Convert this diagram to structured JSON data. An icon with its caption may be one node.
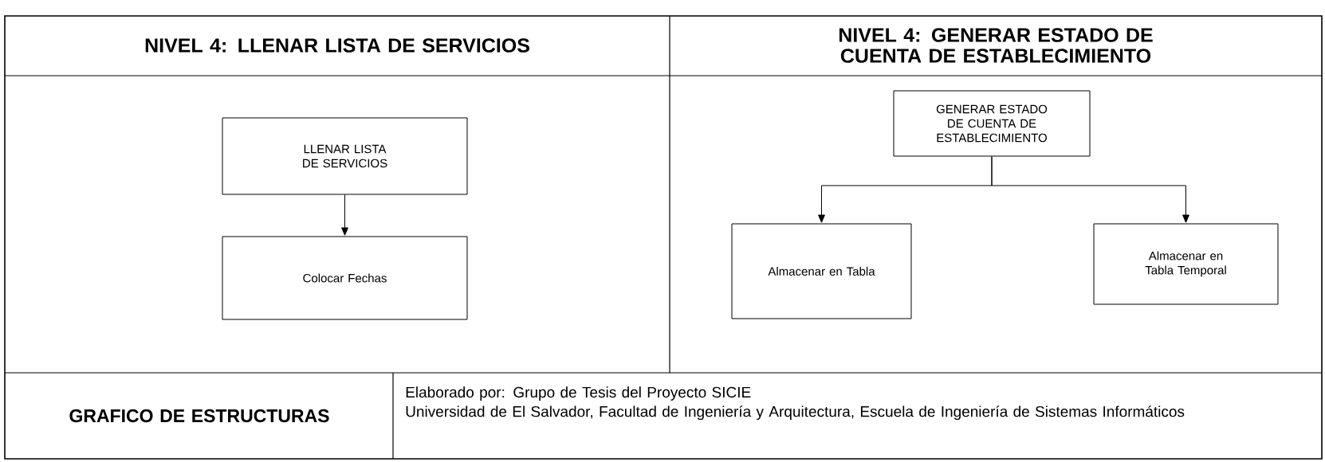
{
  "diagram": {
    "nodes": [
      {
        "text": [
          "LLENAR LISTA DE SERVICIOS"
        ]
      },
      {
        "text": [
          "Colocar Fechas"
        ]
      },
      {
        "text": [
          "GENERAR ESTADO DE CUENTA DE ESTABLECIMIENTO"
        ]
      },
      {
        "text": [
          "Almacenar en Tabla"
        ]
      },
      {
        "text": [
          "Almacenar en Tabla Temporal"
        ]
      }
    ],
    "edges": [
      {
        "from": 0,
        "to": 1,
        "arrow": "to"
      },
      {
        "from": 2,
        "to": 3,
        "arrow": "to"
      },
      {
        "from": 2,
        "to": 4,
        "arrow": "to"
      }
    ],
    "labels": [
      "NIVEL 4: LLENAR LISTA DE SERVICIOS",
      "NIVEL 4: GENERAR ESTADO DE CUENTA DE ESTABLECIMIENTO",
      "GRAFICO DE ESTRUCTURAS",
      "Elaborado por: Grupo de Tesis del Proyecto SICIE",
      "Universidad de El Salvador, Facultad de Ingeniería y Arquitectura, Escuela de Ingeniería de Sistemas Informáticos"
    ]
  }
}
